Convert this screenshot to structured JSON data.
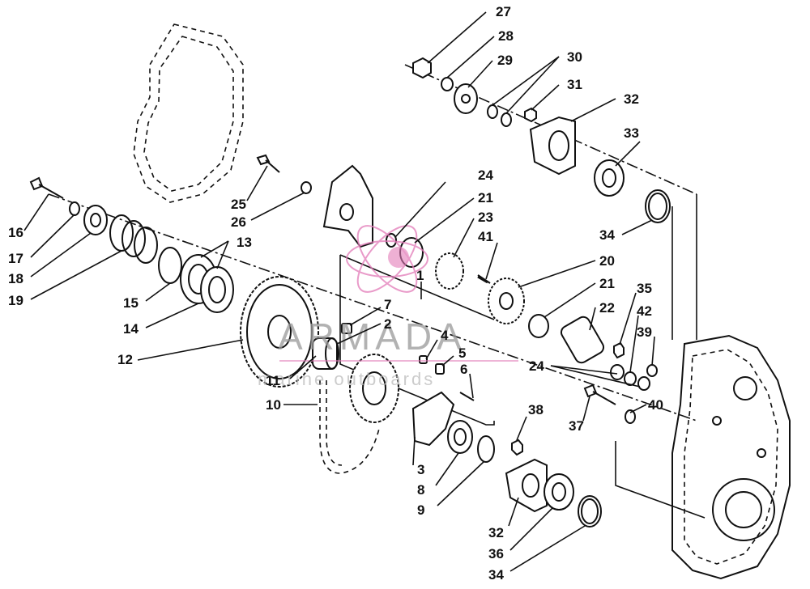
{
  "watermark": {
    "brand": "ARMADA",
    "subtitle": "marine outboards",
    "brand_color": "#e27ab8",
    "text_color": "#9a9a9a"
  },
  "callouts": [
    {
      "id": "27",
      "label": "27"
    },
    {
      "id": "28",
      "label": "28"
    },
    {
      "id": "29",
      "label": "29"
    },
    {
      "id": "30",
      "label": "30"
    },
    {
      "id": "31",
      "label": "31"
    },
    {
      "id": "32a",
      "label": "32"
    },
    {
      "id": "33",
      "label": "33"
    },
    {
      "id": "34a",
      "label": "34"
    },
    {
      "id": "24a",
      "label": "24"
    },
    {
      "id": "21a",
      "label": "21"
    },
    {
      "id": "23",
      "label": "23"
    },
    {
      "id": "41",
      "label": "41"
    },
    {
      "id": "25",
      "label": "25"
    },
    {
      "id": "26",
      "label": "26"
    },
    {
      "id": "13",
      "label": "13"
    },
    {
      "id": "16",
      "label": "16"
    },
    {
      "id": "17",
      "label": "17"
    },
    {
      "id": "18",
      "label": "18"
    },
    {
      "id": "19",
      "label": "19"
    },
    {
      "id": "15",
      "label": "15"
    },
    {
      "id": "14",
      "label": "14"
    },
    {
      "id": "1",
      "label": "1"
    },
    {
      "id": "20",
      "label": "20"
    },
    {
      "id": "21b",
      "label": "21"
    },
    {
      "id": "22",
      "label": "22"
    },
    {
      "id": "35",
      "label": "35"
    },
    {
      "id": "42",
      "label": "42"
    },
    {
      "id": "39",
      "label": "39"
    },
    {
      "id": "7",
      "label": "7"
    },
    {
      "id": "2",
      "label": "2"
    },
    {
      "id": "4",
      "label": "4"
    },
    {
      "id": "5",
      "label": "5"
    },
    {
      "id": "6",
      "label": "6"
    },
    {
      "id": "12",
      "label": "12"
    },
    {
      "id": "11",
      "label": "11"
    },
    {
      "id": "24b",
      "label": "24"
    },
    {
      "id": "10",
      "label": "10"
    },
    {
      "id": "40",
      "label": "40"
    },
    {
      "id": "37",
      "label": "37"
    },
    {
      "id": "38",
      "label": "38"
    },
    {
      "id": "3",
      "label": "3"
    },
    {
      "id": "8",
      "label": "8"
    },
    {
      "id": "9",
      "label": "9"
    },
    {
      "id": "32b",
      "label": "32"
    },
    {
      "id": "36",
      "label": "36"
    },
    {
      "id": "34b",
      "label": "34"
    }
  ]
}
